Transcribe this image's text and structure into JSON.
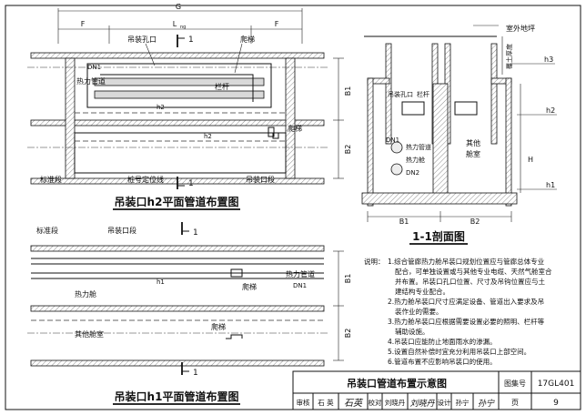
{
  "top_plan": {
    "title": "吊装口h2平面管道布置图",
    "dims": {
      "g": "G",
      "lng": "L",
      "lng_sub": "ng",
      "f_left": "F",
      "f_right": "F",
      "b1": "B1",
      "b2": "B2"
    },
    "cut_mark": "1",
    "labels": {
      "hoist_hole": "吊装孔口",
      "ladder": "爬梯",
      "dn1": "DN1",
      "heat_cabin": "热力管道",
      "railing": "栏杆",
      "h2_a": "h2",
      "ladder_2": "爬梯",
      "h2_b": "h2",
      "standard_section": "标准段",
      "pile_line": "桩号定位线",
      "hoist_section": "吊装口段"
    }
  },
  "section": {
    "title": "1-1剖面图",
    "labels": {
      "outdoor_ground": "室外地坪",
      "cover_depth": "覆土厚度",
      "h3": "h3",
      "hoist_hole": "吊装孔口",
      "railing": "栏杆",
      "h2": "h2",
      "dn1": "DN1",
      "heat_pipe": "热力管道",
      "heat_cabin": "热力舱",
      "dn2": "DN2",
      "other_cabin_l1": "其他",
      "other_cabin_l2": "舱室",
      "h_dim": "H",
      "h1": "h1",
      "b1": "B1",
      "b2": "B2"
    }
  },
  "bottom_plan": {
    "title": "吊装口h1平面管道布置图",
    "cut_mark": "1",
    "labels": {
      "standard_section": "标准段",
      "hoist_section": "吊装口段",
      "h1": "h1",
      "heat_pipe": "热力管道",
      "heat_cabin": "热力舱",
      "ladder": "爬梯",
      "dn1": "DN1",
      "other_cabin": "其他舱室",
      "ladder_2": "爬梯",
      "b1": "B1",
      "b2": "B2"
    }
  },
  "notes": {
    "heading": "说明：",
    "items": [
      "1.综合管廊热力舱吊装口规划位置应与管廊总体专业",
      "配合，可单独设置或与其他专业电缆、天然气舱室合",
      "并布置。吊装口孔口位置、尺寸及吊钩位置应与土",
      "建结构专业配合。",
      "2.热力舱吊装口尺寸应满足设备、管道出入要求及吊",
      "装作业的需要。",
      "3.热力舱吊装口应根据需要设置必要的照明、栏杆等",
      "辅助设施。",
      "4.吊装口应能防止地面雨水的渗漏。",
      "5.设置自然补偿时宜充分利用吊装口上部空间。",
      "6.管道布置不应影响吊装口的使用。"
    ]
  },
  "title_block": {
    "drawing_title": "吊装口管道布置示意图",
    "atlas_label": "图集号",
    "atlas_no": "17GL401",
    "review_label": "审核",
    "reviewer": "石 英",
    "check_label": "校对",
    "checker": "刘晓丹",
    "design_label": "设计",
    "designer": "孙宁",
    "page_label": "页",
    "page_no": "9"
  }
}
